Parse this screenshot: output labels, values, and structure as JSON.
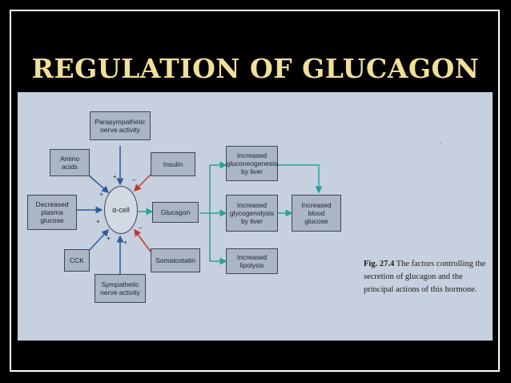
{
  "slide": {
    "title": "REGULATION OF GLUCAGON"
  },
  "diagram": {
    "boxes": {
      "parasympathetic": "Parasympathetic\nnerve activity",
      "amino": "Amino\nacids",
      "decreased_glucose": "Decreased\nplasma\nglucose",
      "cck": "CCK",
      "sympathetic": "Sympathetic\nnerve activity",
      "insulin": "Insulin",
      "glucagon": "Glucagon",
      "somatostatin": "Somatostatin",
      "gluconeogenesis": "Increased\ngluconeogenesis\nby liver",
      "glycogenolysis": "Increased\nglycogenolysis\nby liver",
      "lipolysis": "Increased\nlipolysis",
      "blood_glucose": "Increased\nblood\nglucose"
    },
    "cell_label": "α-cell",
    "signs": {
      "plus": "+",
      "minus": "–"
    },
    "colors": {
      "stimulatory_arrow": "#2d5c9e",
      "inhibitory_arrow": "#c0392b",
      "action_arrow": "#2aa198",
      "title": "#f2df9a",
      "panel": "#c7d0de",
      "box": "#aab5c6"
    }
  },
  "caption": {
    "fig_label": "Fig. 27.4",
    "text": "The factors controlling the secretion of glucagon and the principal actions of this hormone."
  },
  "mark": "·"
}
